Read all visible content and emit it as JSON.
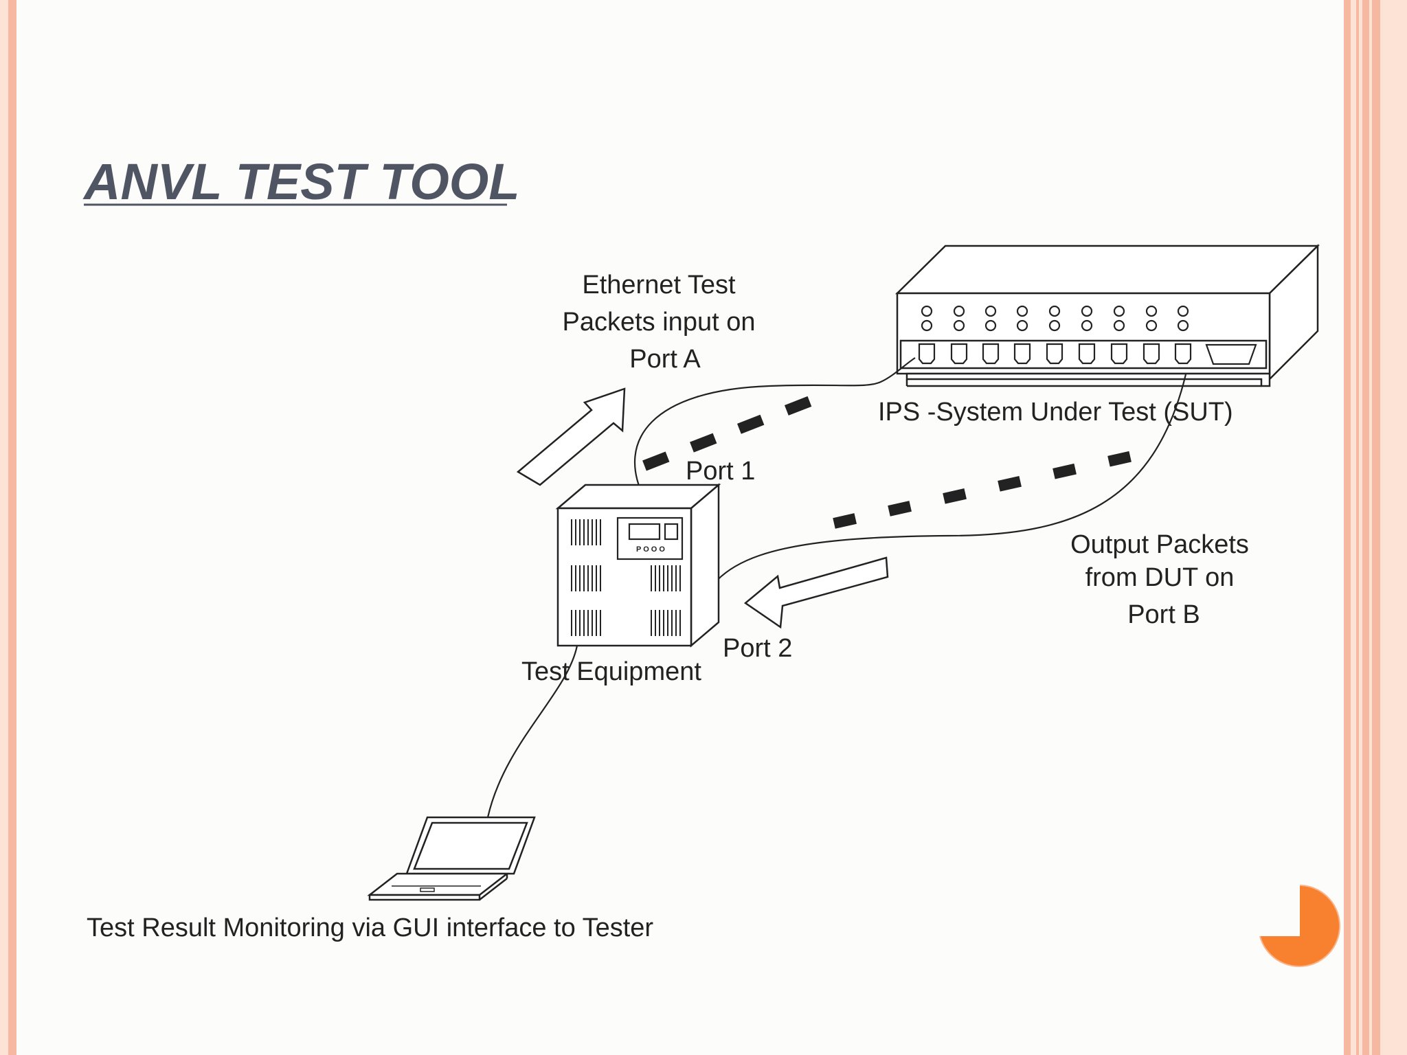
{
  "slide": {
    "title": "ANVL TEST TOOL"
  },
  "diagram": {
    "sut_label": "IPS -System Under Test (SUT)",
    "input_label": [
      "Ethernet Test",
      "Packets input on",
      "Port A"
    ],
    "output_label": [
      "Output  Packets",
      "from DUT on",
      "Port B"
    ],
    "port1_label": "Port 1",
    "port2_label": "Port 2",
    "test_equipment_label": "Test Equipment",
    "monitoring_label": "Test Result Monitoring via GUI interface to Tester",
    "equipment_display_text": "P O O O"
  },
  "theme": {
    "border_color": "#f6b8a0",
    "title_color": "#505563",
    "accent_orange": "#f7812e",
    "line_color": "#222222"
  }
}
